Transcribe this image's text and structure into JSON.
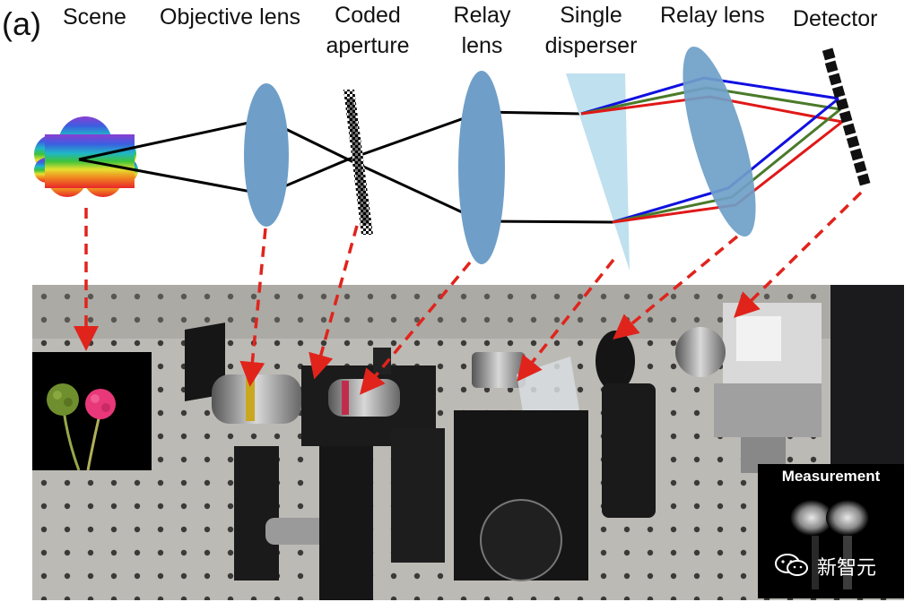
{
  "figure": {
    "panel_label": "(a)",
    "labels": {
      "scene": "Scene",
      "objective_lens": "Objective lens",
      "coded_line1": "Coded",
      "coded_line2": "aperture",
      "relay1_line1": "Relay",
      "relay1_line2": "lens",
      "disperser_line1": "Single",
      "disperser_line2": "disperser",
      "relay2": "Relay lens",
      "detector": "Detector"
    },
    "measurement_title": "Measurement",
    "watermark": "新智元",
    "colors": {
      "lens": "#6f9fc8",
      "prism": "#bfe0ee",
      "ray_main": "#000000",
      "ray_blue": "#1010e0",
      "ray_green": "#4a7a2a",
      "ray_red": "#e01818",
      "pointer": "#e0241c"
    },
    "icons": [
      "scene-cloud-icon",
      "flower-photo",
      "wechat-icon"
    ]
  }
}
